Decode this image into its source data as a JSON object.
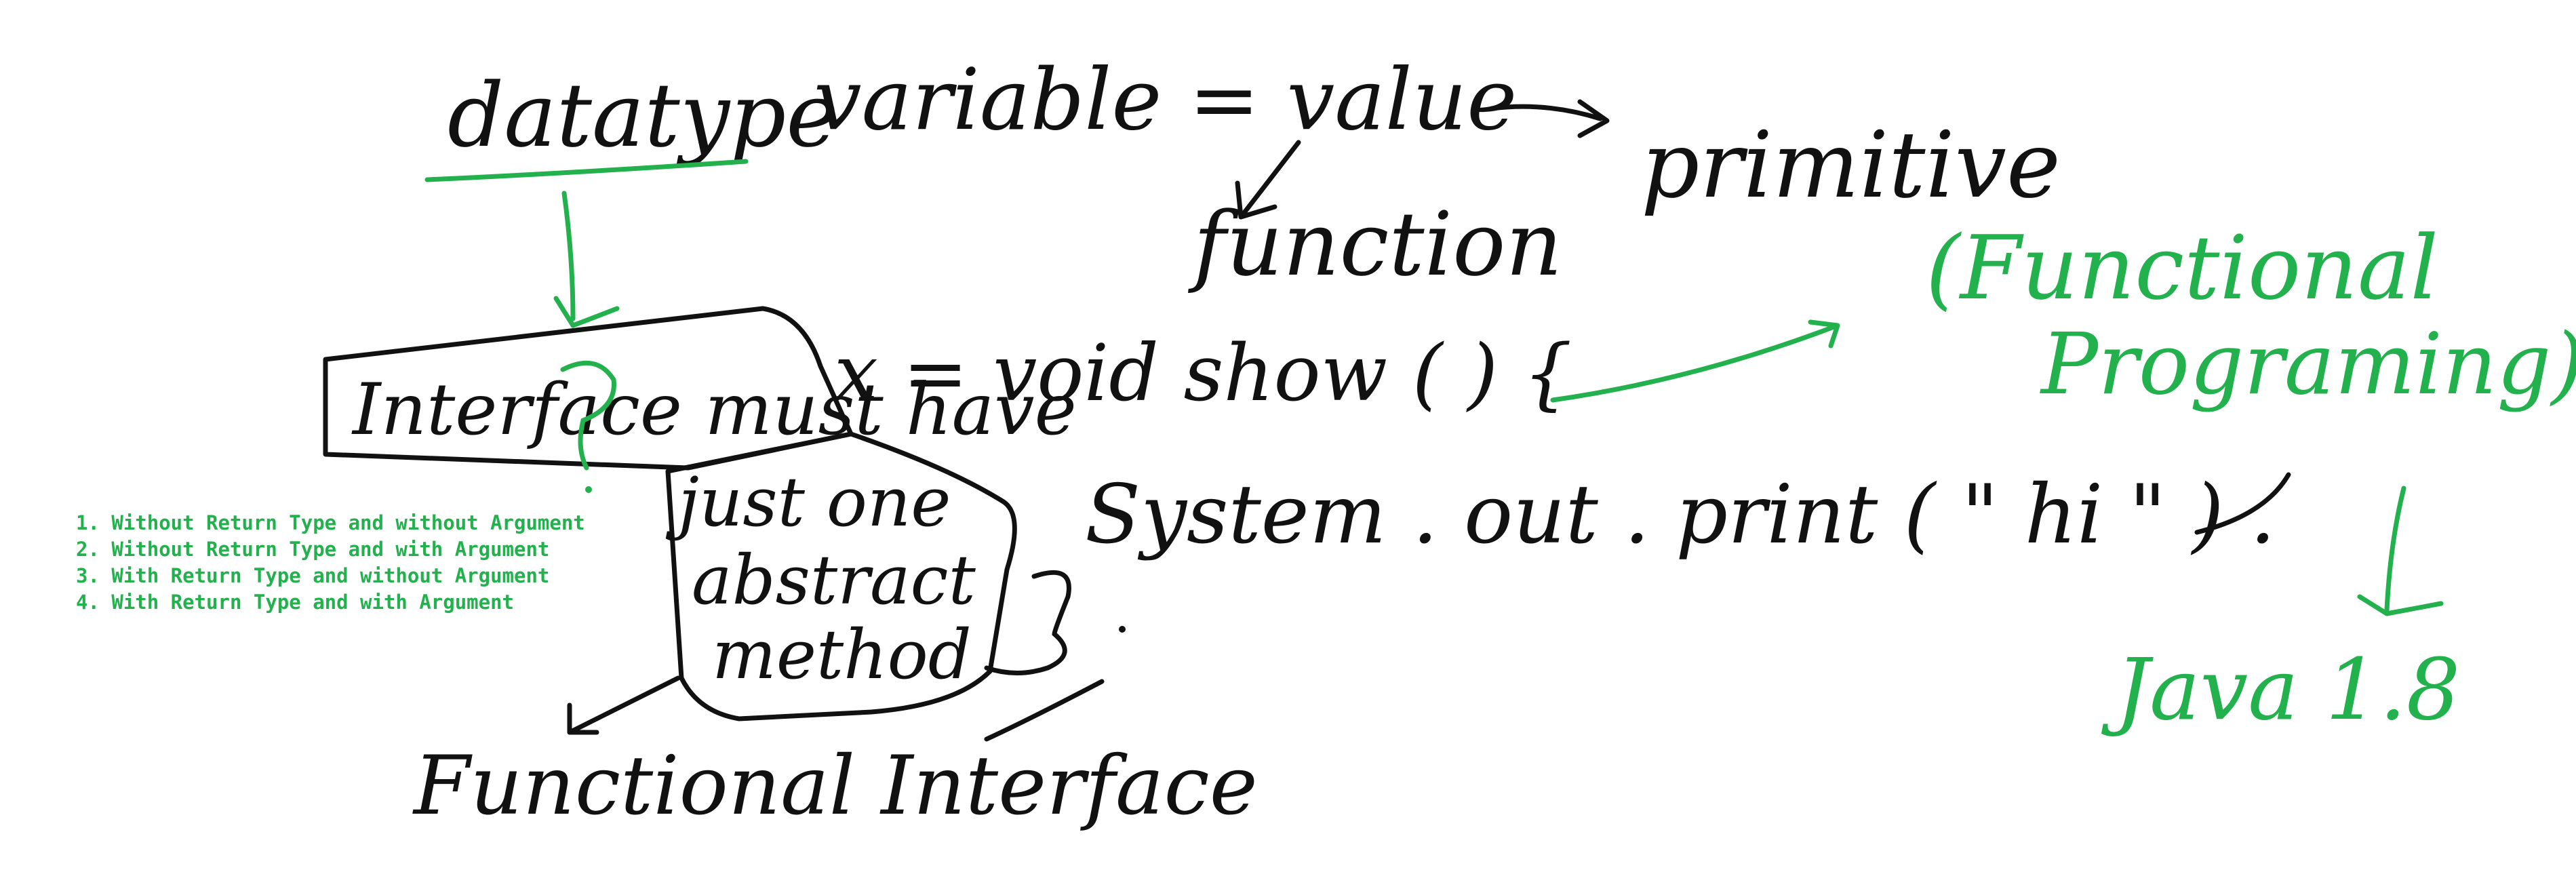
{
  "colors": {
    "ink": "#111111",
    "green_ink": "#22b14c",
    "background": "#ffffff"
  },
  "handwriting": {
    "datatype": "datatype",
    "variable_value": "variable = value",
    "primitive": "primitive",
    "function": "function",
    "functional_programming_line1": "(Functional",
    "functional_programming_line2": "Programing)",
    "interface_must_have": "Interface must have",
    "just_one": "just one",
    "abstract": "abstract",
    "method": "method",
    "x_equals_void_show": "x = void show ( ) {",
    "system_out_print": "System . out . print ( \" hi \" ) .",
    "functional_interface": "Functional Interface",
    "java_version": "Java 1.8"
  },
  "notes": [
    "1. Without Return Type and without Argument",
    "2. Without Return Type and with Argument",
    "3. With Return Type and without Argument",
    "4. With Return Type and with Argument"
  ]
}
